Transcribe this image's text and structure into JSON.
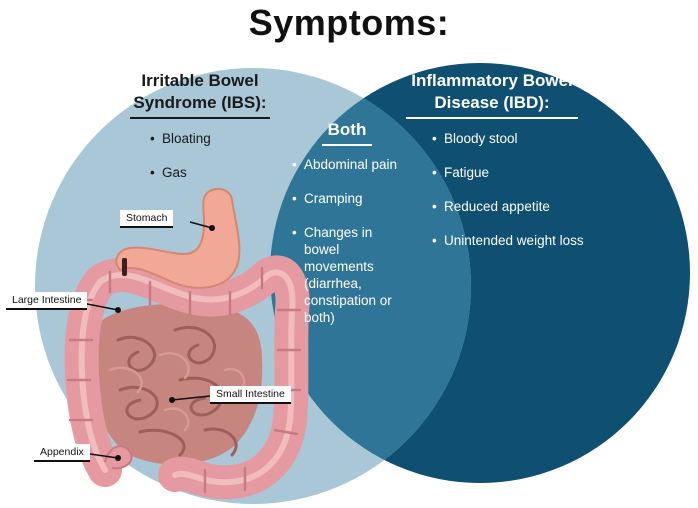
{
  "title": "Symptoms:",
  "ibs": {
    "heading_line1": "Irritable Bowel",
    "heading_line2": "Syndrome (IBS):",
    "symptoms": [
      "Bloating",
      "Gas"
    ]
  },
  "both": {
    "heading": "Both",
    "symptoms": [
      "Abdominal pain",
      "Cramping",
      "Changes in bowel movements (diarrhea, constipation or both)"
    ]
  },
  "ibd": {
    "heading_line1": "Inflammatory Bowel",
    "heading_line2": "Disease (IBD):",
    "symptoms": [
      "Bloody stool",
      "Fatigue",
      "Reduced appetite",
      "Unintended weight loss"
    ]
  },
  "organ_labels": {
    "stomach": "Stomach",
    "large_intestine": "Large Intestine",
    "small_intestine": "Small Intestine",
    "appendix": "Appendix"
  },
  "colors": {
    "ibs_circle": "#a9c7d6",
    "ibd_circle": "#0e4f72",
    "overlap": "#2f7598",
    "stomach": "#f2a897",
    "intestine": "#e59aa1",
    "small_intestine": "#c7857f"
  }
}
